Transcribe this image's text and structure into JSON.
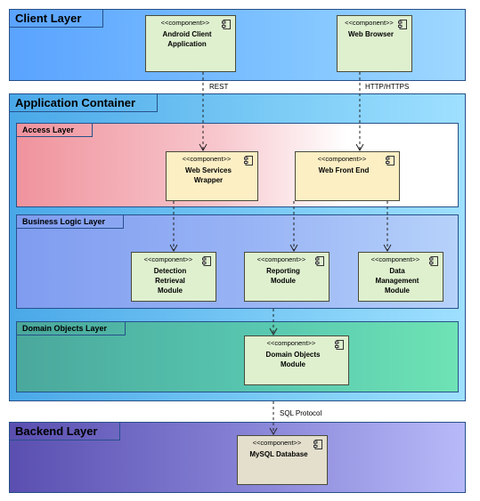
{
  "layers": {
    "client": "Client Layer",
    "app": "Application Container",
    "access": "Access Layer",
    "business": "Business Logic Layer",
    "domain": "Domain Objects Layer",
    "backend": "Backend Layer"
  },
  "stereotype": "<<component>>",
  "components": {
    "android": "Android Client\nApplication",
    "browser": "Web Browser",
    "ws": "Web Services\nWrapper",
    "wfe": "Web Front End",
    "detection": "Detection\nRetrieval\nModule",
    "reporting": "Reporting\nModule",
    "data": "Data\nManagement\nModule",
    "domainobj": "Domain Objects\nModule",
    "mysql": "MySQL Database"
  },
  "connectors": {
    "rest": "REST",
    "http": "HTTP/HTTPS",
    "sql": "SQL Protocol"
  }
}
